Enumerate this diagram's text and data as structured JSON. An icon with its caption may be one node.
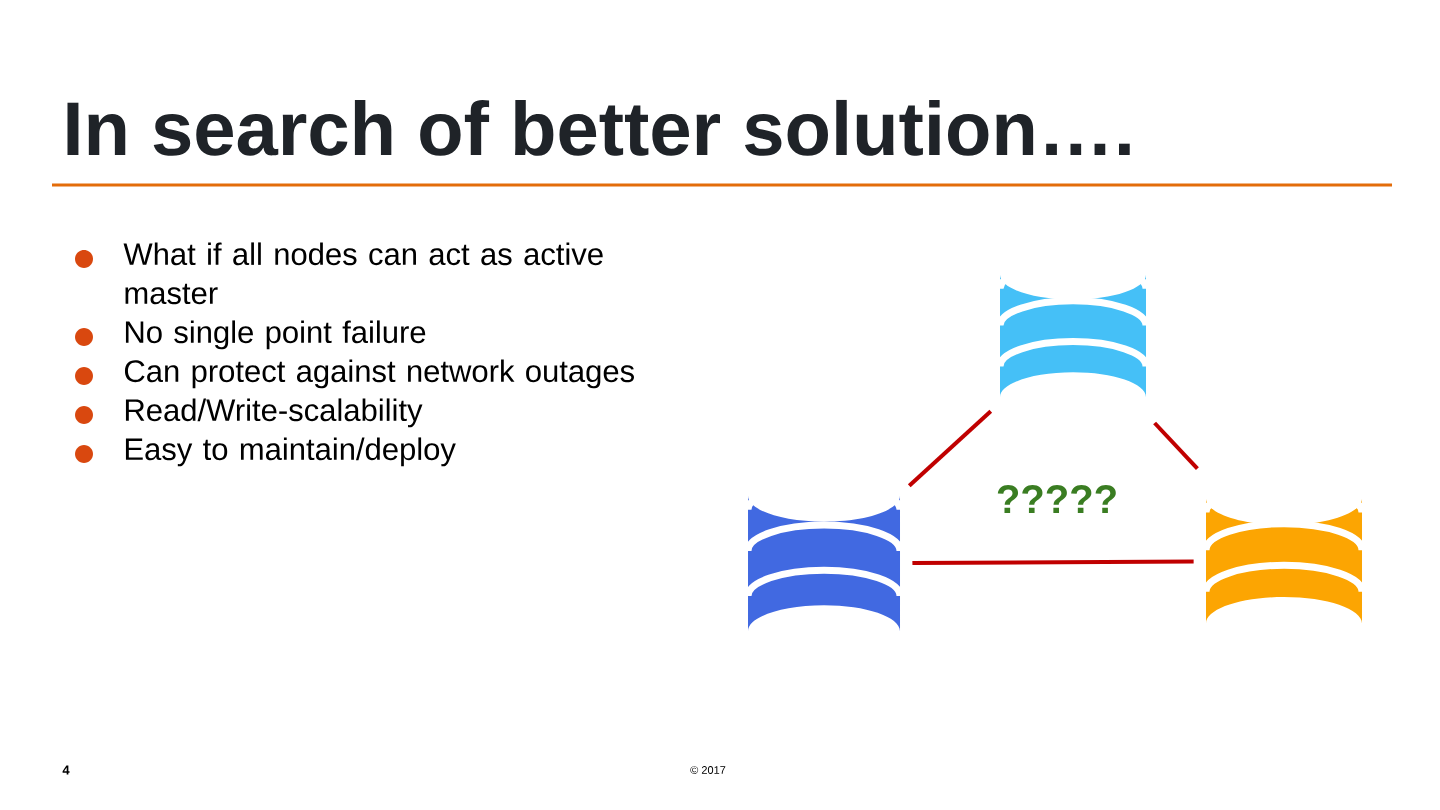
{
  "diagram": {
    "title": "In search of better solution….",
    "nodes": [
      {
        "text": [],
        "shape": "cylinder"
      },
      {
        "text": [],
        "shape": "cylinder"
      },
      {
        "text": [],
        "shape": "cylinder"
      }
    ],
    "edges": [
      {
        "from": 0,
        "to": 1,
        "arrow": "none"
      },
      {
        "from": 0,
        "to": 2,
        "arrow": "none"
      },
      {
        "from": 1,
        "to": 2,
        "arrow": "none"
      }
    ],
    "labels": [
      "What if all nodes can act as active master",
      "No single point failure",
      "Can protect against network outages",
      "Read/Write-scalability",
      "Easy to maintain/deploy",
      "?????",
      "4",
      "© 2017"
    ]
  }
}
